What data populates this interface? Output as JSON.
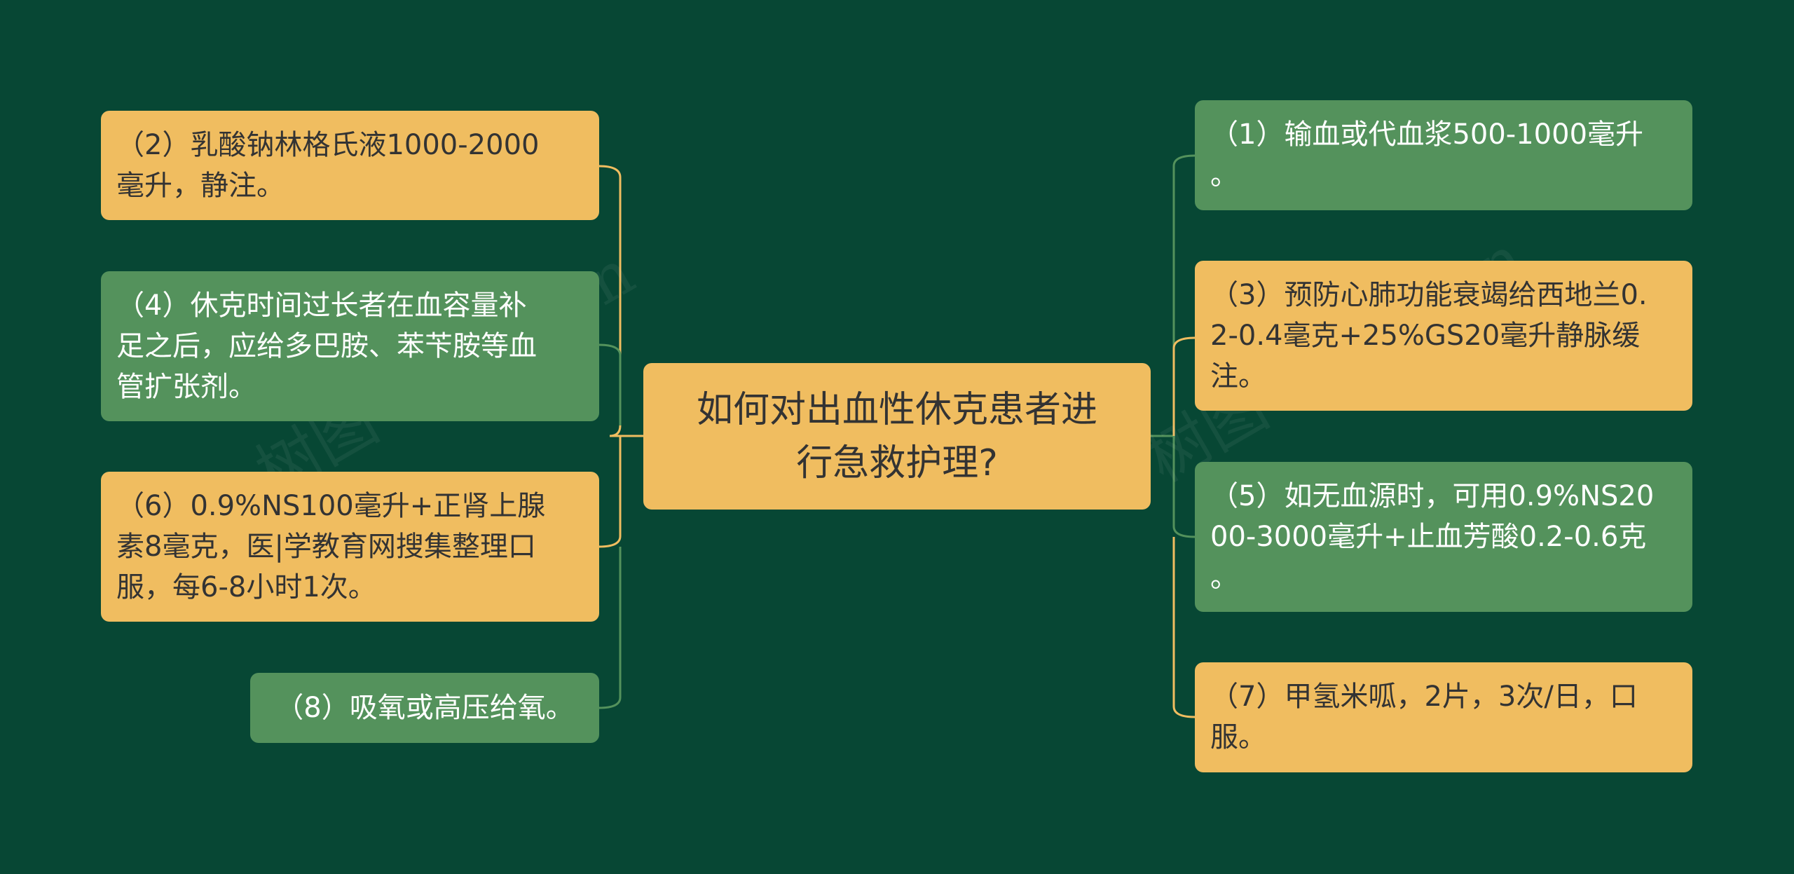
{
  "center": {
    "text": "如何对出血性休克患者进\n行急救护理?"
  },
  "left_nodes": [
    {
      "text": "（2）乳酸钠林格氏液1000-2000\n毫升，静注。",
      "color": "orange"
    },
    {
      "text": "（4）休克时间过长者在血容量补\n足之后，应给多巴胺、苯苄胺等血\n管扩张剂。",
      "color": "green"
    },
    {
      "text": "（6）0.9%NS100毫升+正肾上腺\n素8毫克，医|学教育网搜集整理口\n服，每6-8小时1次。",
      "color": "orange"
    },
    {
      "text": "（8）吸氧或高压给氧。",
      "color": "green"
    }
  ],
  "right_nodes": [
    {
      "text": "（1）输血或代血浆500-1000毫升\n。",
      "color": "green"
    },
    {
      "text": "（3）预防心肺功能衰竭给西地兰0.\n2-0.4毫克+25%GS20毫升静脉缓\n注。",
      "color": "orange"
    },
    {
      "text": "（5）如无血源时，可用0.9%NS20\n00-3000毫升+止血芳酸0.2-0.6克\n。",
      "color": "green"
    },
    {
      "text": "（7）甲氢米呱，2片，3次/日，口\n服。",
      "color": "orange"
    }
  ],
  "watermarks": [
    "树图 shutu.cn",
    "树图 shutu.cn"
  ],
  "colors": {
    "background": "#074734",
    "orange": "#f0bd60",
    "green": "#54925c",
    "line_orange": "#f0bd60",
    "line_green": "#54925c"
  }
}
